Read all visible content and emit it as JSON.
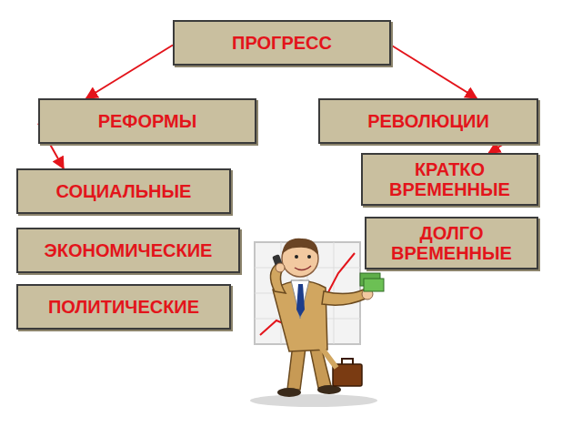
{
  "diagram": {
    "nodes": [
      {
        "text": [
          "ПРОГРЕСС"
        ]
      },
      {
        "text": [
          "РЕФОРМЫ"
        ]
      },
      {
        "text": [
          "РЕВОЛЮЦИИ"
        ]
      },
      {
        "text": [
          "СОЦИАЛЬНЫЕ"
        ]
      },
      {
        "text": [
          "КРАТКО ВРЕМЕННЫЕ"
        ]
      },
      {
        "text": [
          "ДОЛГО ВРЕМЕННЫЕ"
        ]
      },
      {
        "text": [
          "ЭКОНОМИЧЕСКИЕ"
        ]
      },
      {
        "text": [
          "ПОЛИТИЧЕСКИЕ"
        ]
      }
    ],
    "edges": [
      {
        "from": 0,
        "to": 1,
        "arrow": "to"
      },
      {
        "from": 0,
        "to": 2,
        "arrow": "to"
      },
      {
        "from": 1,
        "to": 3,
        "arrow": "to"
      },
      {
        "from": 2,
        "to": 4,
        "arrow": "to"
      }
    ]
  }
}
